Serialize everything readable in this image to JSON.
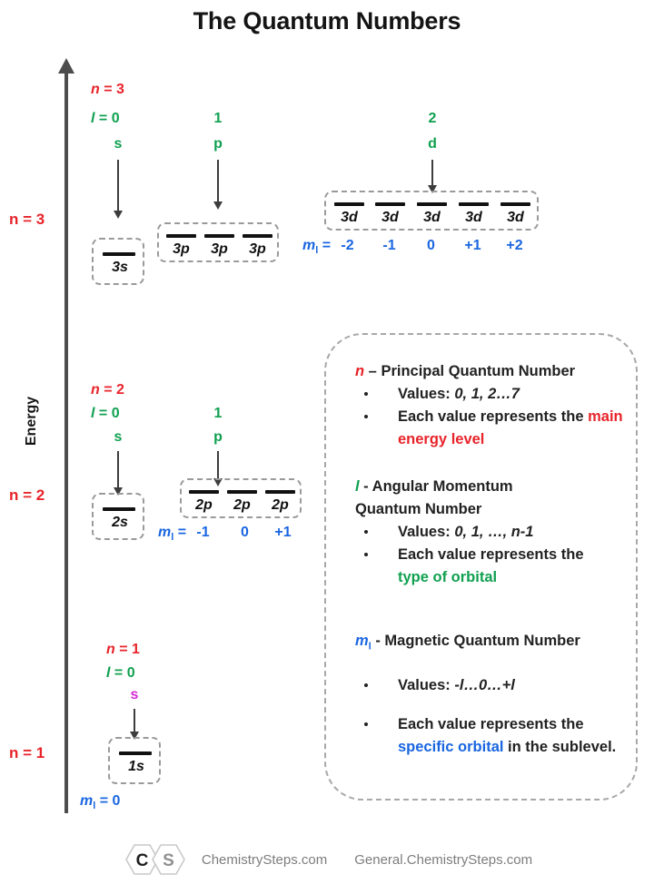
{
  "title": "The Quantum Numbers",
  "axis": {
    "label": "Energy",
    "levels": [
      {
        "name": "n = 3"
      },
      {
        "name": "n = 2"
      },
      {
        "name": "n = 1"
      }
    ]
  },
  "shells": {
    "n3": {
      "n_label": "n = 3",
      "l_label": "l = 0",
      "s_letter": "s",
      "s_orbital": "3s",
      "p_number": "1",
      "p_letter": "p",
      "p_orbitals": [
        "3p",
        "3p",
        "3p"
      ],
      "d_number": "2",
      "d_letter": "d",
      "d_orbitals": [
        "3d",
        "3d",
        "3d",
        "3d",
        "3d"
      ],
      "ml_prefix": "ml =",
      "ml_values": [
        "-2",
        "-1",
        "0",
        "+1",
        "+2"
      ]
    },
    "n2": {
      "n_label": "n = 2",
      "l_label": "l = 0",
      "s_letter": "s",
      "s_orbital": "2s",
      "p_number": "1",
      "p_letter": "p",
      "p_orbitals": [
        "2p",
        "2p",
        "2p"
      ],
      "ml_prefix": "ml =",
      "ml_values": [
        "-1",
        "0",
        "+1"
      ]
    },
    "n1": {
      "n_label": "n = 1",
      "l_label": "l = 0",
      "s_letter": "s",
      "s_orbital": "1s",
      "ml_label": "ml = 0"
    }
  },
  "legend": {
    "n": {
      "symbol": "n",
      "heading": "Principal Quantum Number",
      "bullet1_prefix": "Values: ",
      "bullet1_values": "0, 1, 2…7",
      "bullet2_prefix": "Each value represents the ",
      "bullet2_highlight": "main energy level"
    },
    "l": {
      "symbol": "l",
      "heading_line1": "Angular Momentum",
      "heading_line2": "Quantum Number",
      "bullet1_prefix": "Values: ",
      "bullet1_values": "0, 1, …, n-1",
      "bullet2_prefix": "Each value represents the",
      "bullet2_highlight": "type of orbital"
    },
    "ml": {
      "symbol": "m",
      "symbol_sub": "l",
      "heading": "Magnetic Quantum Number",
      "bullet1_prefix": "Values: ",
      "bullet1_values": "-l…0…+l",
      "bullet2_prefix": "Each value represents the",
      "bullet2_highlight": "specific orbital",
      "bullet2_suffix": " in the sublevel."
    }
  },
  "footer": {
    "logo_left": "C",
    "logo_right": "S",
    "link1": "ChemistrySteps.com",
    "link2": "General.ChemistrySteps.com"
  },
  "colors": {
    "red": "#e8232a",
    "green": "#10a050",
    "blue": "#1a66e0",
    "magenta": "#d42ad4",
    "axis": "#4d4d4d",
    "dash": "#9a9a9a"
  }
}
